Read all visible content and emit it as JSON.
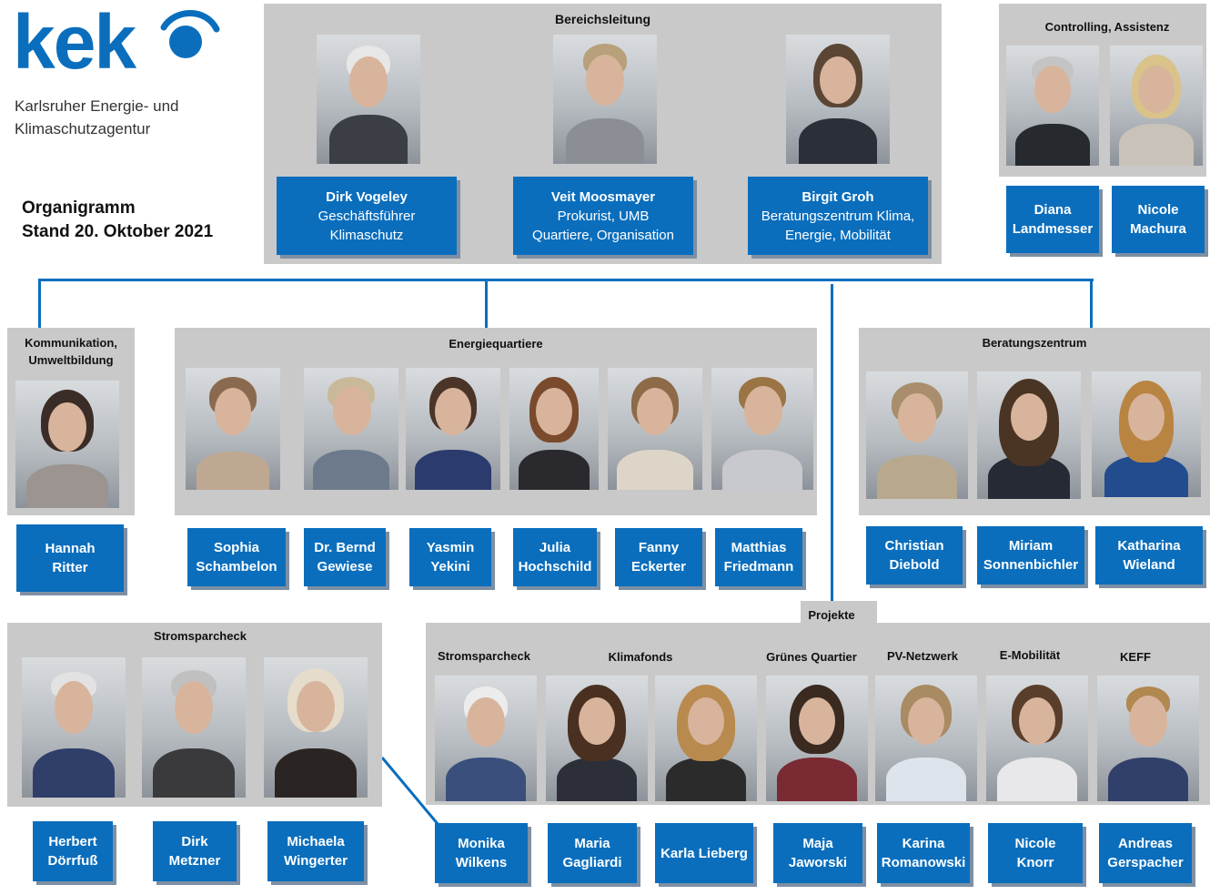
{
  "logo": {
    "wordmark": "kek",
    "line1": "Karlsruher Energie- und",
    "line2": "Klimaschutzagentur"
  },
  "heading": {
    "line1": "Organigramm",
    "line2": "Stand 20. Oktober 2021"
  },
  "colors": {
    "accent": "#0a6ebd",
    "panel": "#c9c9c9"
  },
  "leadership": {
    "title": "Bereichsleitung",
    "people": [
      {
        "name": "Dirk Vogeley",
        "role1": "Geschäftsführer",
        "role2": "Klimaschutz"
      },
      {
        "name": "Veit Moosmayer",
        "role1": "Prokurist, UMB",
        "role2": "Quartiere, Organisation"
      },
      {
        "name": "Birgit Groh",
        "role1": "Beratungszentrum Klima,",
        "role2": "Energie, Mobilität"
      }
    ]
  },
  "controlling": {
    "title": "Controlling, Assistenz",
    "people": [
      {
        "name": "Diana\nLandmesser"
      },
      {
        "name": "Nicole\nMachura"
      }
    ]
  },
  "kommunikation": {
    "title1": "Kommunikation,",
    "title2": "Umweltbildung",
    "people": [
      {
        "name": "Hannah\nRitter"
      }
    ]
  },
  "energiequartiere": {
    "title": "Energiequartiere",
    "people": [
      {
        "name": "Sophia\nSchambelon"
      },
      {
        "name": "Dr. Bernd\nGewiese"
      },
      {
        "name": "Yasmin\nYekini"
      },
      {
        "name": "Julia\nHochschild"
      },
      {
        "name": "Fanny\nEckerter"
      },
      {
        "name": "Matthias\nFriedmann"
      }
    ]
  },
  "beratungszentrum": {
    "title": "Beratungszentrum",
    "people": [
      {
        "name": "Christian\nDiebold"
      },
      {
        "name": "Miriam\nSonnenbichler"
      },
      {
        "name": "Katharina\nWieland"
      }
    ]
  },
  "stromsparcheck": {
    "title": "Stromsparcheck",
    "people": [
      {
        "name": "Herbert\nDörrfuß"
      },
      {
        "name": "Dirk\nMetzner"
      },
      {
        "name": "Michaela\nWingerter"
      }
    ]
  },
  "projekte": {
    "title": "Projekte",
    "subtitles": [
      "Stromsparcheck",
      "Klimafonds",
      "Grünes Quartier",
      "PV-Netzwerk",
      "E-Mobilität",
      "KEFF"
    ],
    "people": [
      {
        "name": "Monika\nWilkens"
      },
      {
        "name": "Maria\nGagliardi"
      },
      {
        "name": "Karla Lieberg"
      },
      {
        "name": "Maja\nJaworski"
      },
      {
        "name": "Karina\nRomanowski"
      },
      {
        "name": "Nicole\nKnorr"
      },
      {
        "name": "Andreas\nGerspacher"
      }
    ]
  }
}
